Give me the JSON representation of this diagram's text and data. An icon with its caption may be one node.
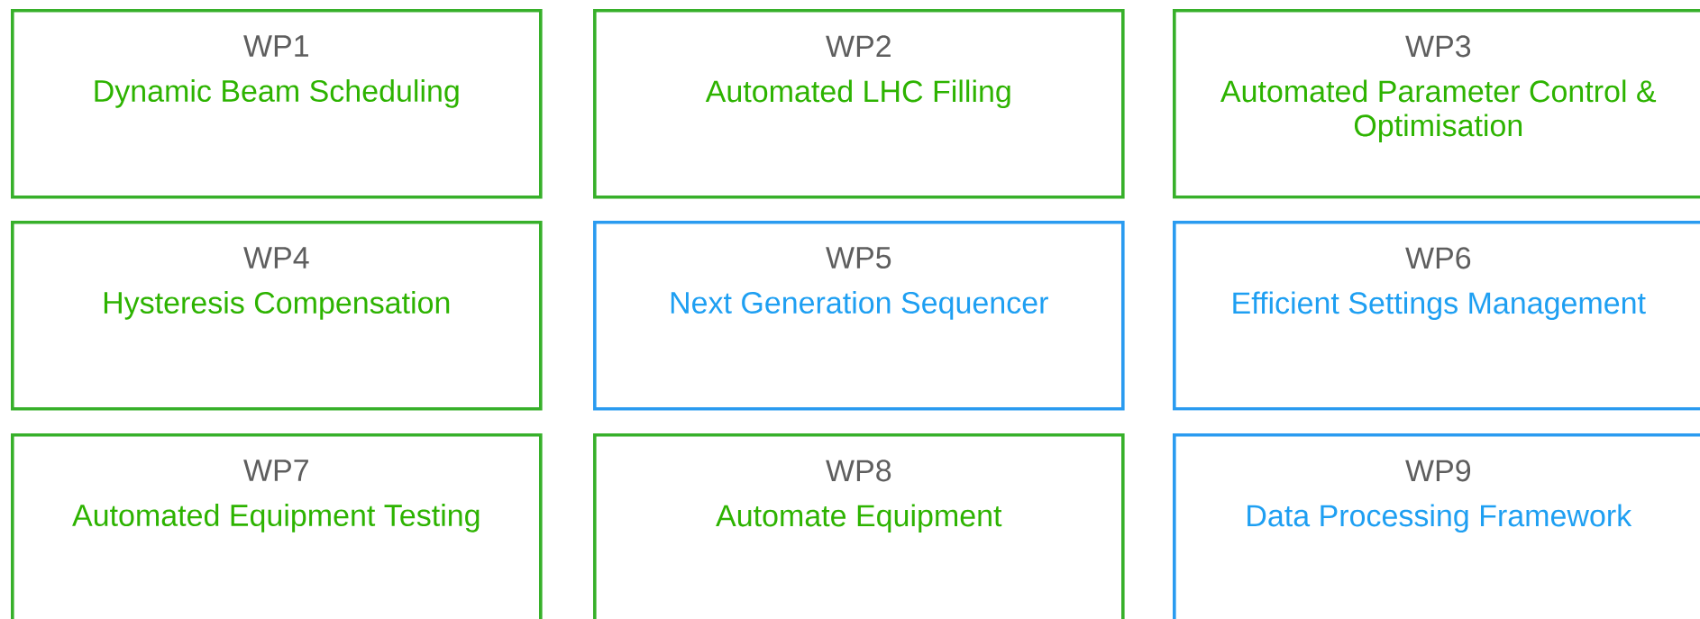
{
  "diagram": {
    "nodes": [
      {
        "text": [
          "WP1",
          "Dynamic Beam Scheduling"
        ]
      },
      {
        "text": [
          "WP2",
          "Automated LHC Filling"
        ]
      },
      {
        "text": [
          "WP3",
          "Automated Parameter Control & Optimisation"
        ]
      },
      {
        "text": [
          "WP4",
          "Hysteresis Compensation"
        ]
      },
      {
        "text": [
          "WP5",
          "Next Generation Sequencer"
        ]
      },
      {
        "text": [
          "WP6",
          "Efficient Settings Management"
        ]
      },
      {
        "text": [
          "WP7",
          "Automated Equipment Testing"
        ]
      },
      {
        "text": [
          "WP8",
          "Automate Equipment"
        ]
      },
      {
        "text": [
          "WP9",
          "Data Processing Framework"
        ]
      }
    ]
  }
}
